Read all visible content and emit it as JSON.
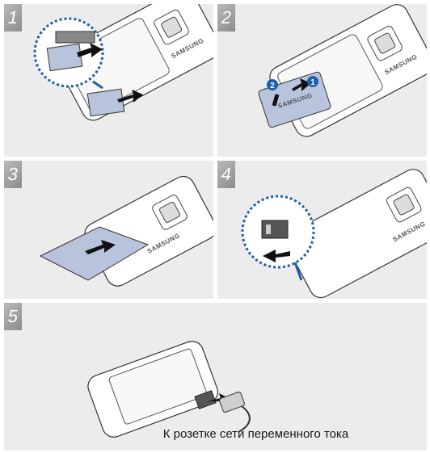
{
  "steps": [
    {
      "number": "1",
      "brand": "SAMSUNG"
    },
    {
      "number": "2",
      "brand": "SAMSUNG",
      "callouts": [
        "1",
        "2"
      ]
    },
    {
      "number": "3",
      "brand": "SAMSUNG"
    },
    {
      "number": "4",
      "brand": "SAMSUNG"
    },
    {
      "number": "5"
    }
  ],
  "charger_caption": "К розетке сети переменного тока",
  "colors": {
    "panel": "#ececec",
    "badge": "#9a9a9a",
    "callout": "#1e5fa8",
    "card": "#b8c4dc"
  }
}
